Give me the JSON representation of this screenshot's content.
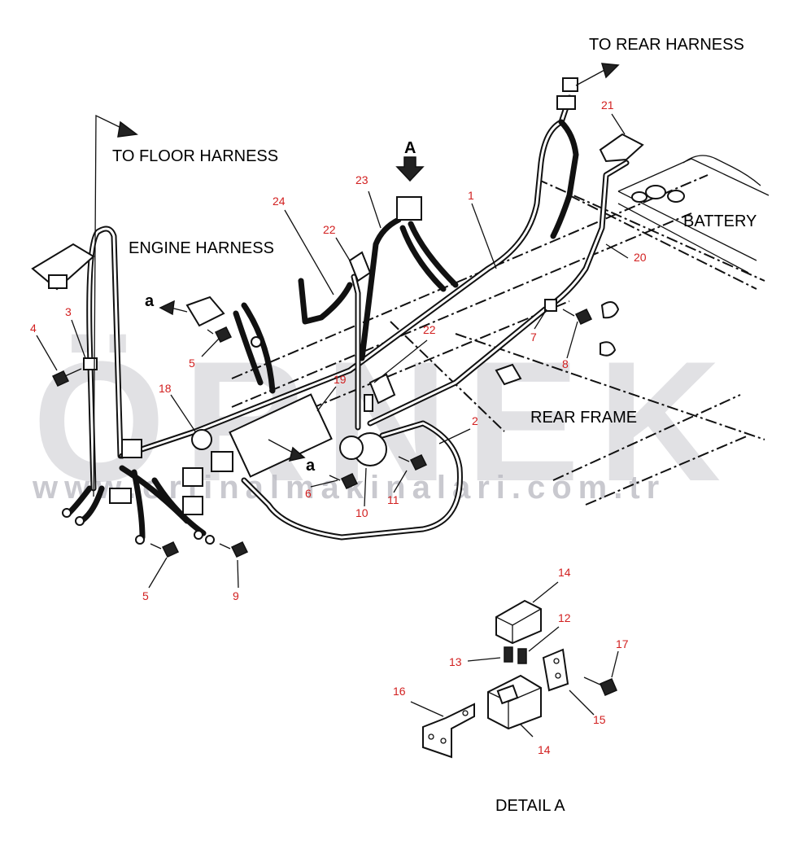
{
  "watermark": {
    "main": "ÖRNEK",
    "url": "www.orjinalmakinalari.com.tr"
  },
  "labels": {
    "to_rear_harness": "TO REAR HARNESS",
    "to_floor_harness": "TO FLOOR HARNESS",
    "engine_harness": "ENGINE HARNESS",
    "battery": "BATTERY",
    "rear_frame": "REAR FRAME",
    "detail_a": "DETAIL A",
    "view_a": "A",
    "ref_a_left": "a",
    "ref_a_right": "a"
  },
  "callouts": [
    "1",
    "2",
    "3",
    "4",
    "5",
    "5",
    "6",
    "7",
    "8",
    "9",
    "10",
    "11",
    "12",
    "13",
    "14",
    "14",
    "15",
    "16",
    "17",
    "18",
    "19",
    "20",
    "21",
    "22",
    "22",
    "23",
    "24"
  ],
  "colors": {
    "callout": "#d21f1f",
    "text": "#000000",
    "watermark": "#c9c9cf"
  }
}
